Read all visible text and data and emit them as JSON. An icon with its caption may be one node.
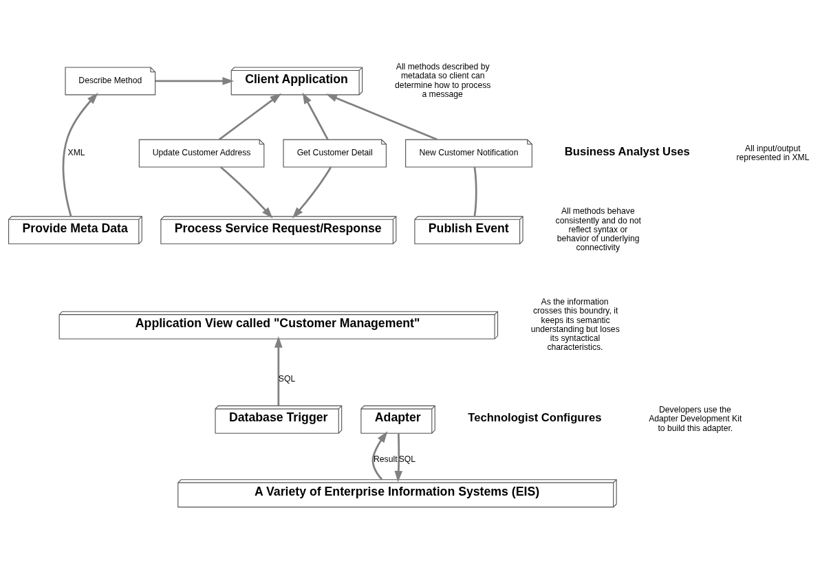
{
  "diagram": {
    "nodes": [
      {
        "text": [
          "Client Application"
        ]
      },
      {
        "text": [
          "Describe Method"
        ]
      },
      {
        "text": [
          "New Customer Notification"
        ]
      },
      {
        "text": [
          "Update Customer Address"
        ]
      },
      {
        "text": [
          "Get Customer Detail"
        ]
      },
      {
        "text": [
          "Publish Event"
        ]
      },
      {
        "text": [
          "Process Service Request/Response"
        ]
      },
      {
        "text": [
          "Provide Meta Data"
        ]
      },
      {
        "text": [
          "Application View called \"Customer Management\""
        ]
      },
      {
        "text": [
          "Adapter"
        ]
      },
      {
        "text": [
          "Database Trigger"
        ]
      },
      {
        "text": [
          "A Variety of Enterprise Information Systems (EIS)"
        ]
      }
    ],
    "edges": [
      {
        "from": 1,
        "to": 0,
        "arrow": "to"
      },
      {
        "from": 5,
        "to": 2,
        "arrow": "none"
      },
      {
        "from": 2,
        "to": 0,
        "arrow": "to"
      },
      {
        "from": 3,
        "to": 0,
        "arrow": "to"
      },
      {
        "from": 3,
        "to": 6,
        "arrow": "to"
      },
      {
        "from": 4,
        "to": 0,
        "arrow": "to"
      },
      {
        "from": 4,
        "to": 6,
        "arrow": "to"
      },
      {
        "from": 7,
        "to": 1,
        "arrow": "to",
        "label": "XML"
      },
      {
        "from": 10,
        "to": 8,
        "arrow": "to",
        "label": "SQL"
      },
      {
        "from": 11,
        "to": 9,
        "arrow": "to",
        "label": "Result"
      },
      {
        "from": 9,
        "to": 11,
        "arrow": "to",
        "label": "SQL"
      }
    ],
    "labels": [
      "All methods described by metadata so client can determine how to process a message",
      "Business Analyst Uses",
      "All input/output represented in XML",
      "As the information crosses this boundry, it keeps its semantic understanding but loses its syntactical characteristics.",
      "All methods behave consistently and do not reflect syntax or behavior of underlying connectivity",
      "Technologist Configures",
      "Developers use the Adapter Development Kit to build this adapter."
    ]
  }
}
